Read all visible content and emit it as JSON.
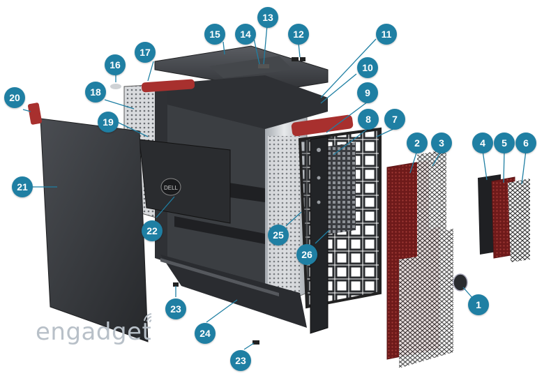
{
  "diagram": {
    "brand_logo_text": "engadget",
    "case_logo_text": "DELL",
    "colors": {
      "callout": "#1f7fa3",
      "panel_dark": "#2b2d30",
      "mesh_red": "#7a1e1e",
      "handle_red": "#a8302e",
      "frame_grey": "#c8ccd0",
      "leader_line": "#1f7fa3"
    },
    "callouts": [
      {
        "id": "c1",
        "label": "1"
      },
      {
        "id": "c2",
        "label": "2"
      },
      {
        "id": "c3",
        "label": "3"
      },
      {
        "id": "c4",
        "label": "4"
      },
      {
        "id": "c5",
        "label": "5"
      },
      {
        "id": "c6",
        "label": "6"
      },
      {
        "id": "c7",
        "label": "7"
      },
      {
        "id": "c8",
        "label": "8"
      },
      {
        "id": "c9",
        "label": "9"
      },
      {
        "id": "c10",
        "label": "10"
      },
      {
        "id": "c11",
        "label": "11"
      },
      {
        "id": "c12",
        "label": "12"
      },
      {
        "id": "c13",
        "label": "13"
      },
      {
        "id": "c14",
        "label": "14"
      },
      {
        "id": "c15",
        "label": "15"
      },
      {
        "id": "c16",
        "label": "16"
      },
      {
        "id": "c17",
        "label": "17"
      },
      {
        "id": "c18",
        "label": "18"
      },
      {
        "id": "c19",
        "label": "19"
      },
      {
        "id": "c20",
        "label": "20"
      },
      {
        "id": "c21",
        "label": "21"
      },
      {
        "id": "c22",
        "label": "22"
      },
      {
        "id": "c23a",
        "label": "23"
      },
      {
        "id": "c23b",
        "label": "23"
      },
      {
        "id": "c24",
        "label": "24"
      },
      {
        "id": "c25",
        "label": "25"
      },
      {
        "id": "c26",
        "label": "26"
      }
    ]
  }
}
